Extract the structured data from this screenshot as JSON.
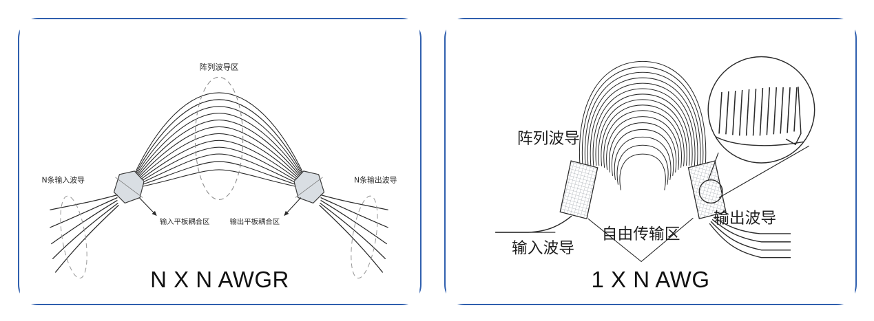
{
  "figure": {
    "background_color": "#ffffff",
    "panel_border_color": "#2f5fae",
    "line_color": "#333333",
    "slab_fill_color": "#d8dde2"
  },
  "panels": [
    {
      "id": "nxn-awgr",
      "caption": "N X N AWGR",
      "labels": {
        "array_waveguide_region": "阵列波导区",
        "n_input_waveguides": "N条输入波导",
        "input_slab_coupler": "输入平板耦合区",
        "output_slab_coupler": "输出平板耦合区",
        "n_output_waveguides": "N条输出波导"
      }
    },
    {
      "id": "1xn-awg",
      "caption": "1 X N AWG",
      "labels": {
        "array_waveguide": "阵列波导",
        "input_waveguide": "输入波导",
        "free_propagation_region": "自由传输区",
        "output_waveguide": "输出波导"
      }
    }
  ],
  "chart_data": {
    "type": "diagram",
    "title": "Arrayed Waveguide Grating schematics",
    "items": [
      {
        "name": "N X N AWGR",
        "components": [
          "阵列波导区",
          "N条输入波导",
          "输入平板耦合区",
          "输出平板耦合区",
          "N条输出波导"
        ],
        "array_waveguide_count": 12,
        "input_waveguide_count": 5,
        "output_waveguide_count": 5
      },
      {
        "name": "1 X N AWG",
        "components": [
          "阵列波导",
          "输入波导",
          "自由传输区",
          "输出波导"
        ],
        "array_waveguide_count": 16,
        "input_waveguide_count": 1,
        "output_waveguide_count": 5,
        "has_magnifier_inset": true
      }
    ]
  }
}
